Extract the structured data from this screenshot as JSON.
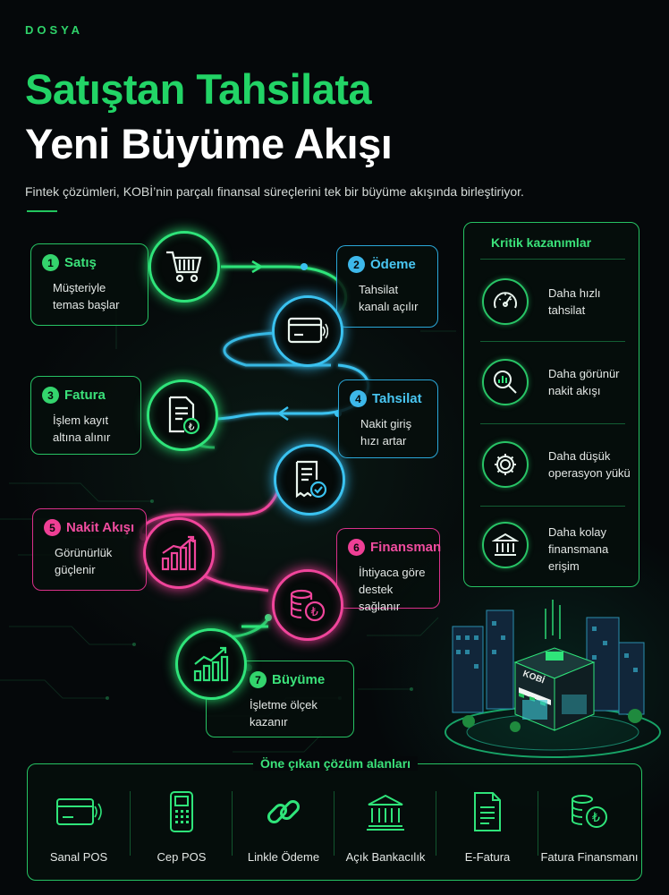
{
  "header": {
    "kicker": "DOSYA",
    "title_line1": "Satıştan Tahsilata",
    "title_line2": "Yeni Büyüme Akışı",
    "subtitle": "Fintek çözümleri, KOBİ’nin parçalı finansal süreçlerini tek bir büyüme akışında birleştiriyor."
  },
  "steps": [
    {
      "number": "1",
      "title": "Satış",
      "desc": "Müşteriyle\ntemas başlar",
      "color": "#34d46d",
      "icon": "shopping-cart-icon"
    },
    {
      "number": "2",
      "title": "Ödeme",
      "desc": "Tahsilat\nkanalı açılır",
      "color": "#3db8ea",
      "icon": "credit-card-icon"
    },
    {
      "number": "3",
      "title": "Fatura",
      "desc": "İşlem kayıt\naltına alınır",
      "color": "#34d46d",
      "icon": "invoice-icon"
    },
    {
      "number": "4",
      "title": "Tahsilat",
      "desc": "Nakit giriş\nhızı artar",
      "color": "#3db8ea",
      "icon": "receipt-check-icon"
    },
    {
      "number": "5",
      "title": "Nakit Akışı",
      "desc": "Görünürlük\ngüçlenir",
      "color": "#ee3f95",
      "icon": "bar-chart-icon"
    },
    {
      "number": "6",
      "title": "Finansman",
      "desc": "İhtiyaca göre\ndestek sağlanır",
      "color": "#ee3f95",
      "icon": "coins-lira-icon"
    },
    {
      "number": "7",
      "title": "Büyüme",
      "desc": "İşletme ölçek\nkazanır",
      "color": "#34d46d",
      "icon": "growth-chart-icon"
    }
  ],
  "gains": {
    "title": "Kritik kazanımlar",
    "items": [
      {
        "text": "Daha hızlı\ntahsilat",
        "icon": "speedometer-icon"
      },
      {
        "text": "Daha görünür\nnakit akışı",
        "icon": "magnifier-chart-icon"
      },
      {
        "text": "Daha düşük\noperasyon yükü",
        "icon": "gear-icon"
      },
      {
        "text": "Daha kolay\nfinansmana\nerişim",
        "icon": "bank-icon"
      }
    ]
  },
  "illustration": {
    "store_sign": "KOBİ"
  },
  "solutions": {
    "title": "Öne çıkan çözüm alanları",
    "items": [
      {
        "label": "Sanal POS",
        "icon": "card-contactless-icon"
      },
      {
        "label": "Cep POS",
        "icon": "pos-terminal-icon"
      },
      {
        "label": "Linkle Ödeme",
        "icon": "link-icon"
      },
      {
        "label": "Açık Bankacılık",
        "icon": "bank-icon"
      },
      {
        "label": "E-Fatura",
        "icon": "document-icon"
      },
      {
        "label": "Fatura Finansmanı",
        "icon": "coins-lira-icon"
      }
    ]
  },
  "colors": {
    "green": "#22d466",
    "blue": "#3db8ea",
    "pink": "#ee3f95",
    "background": "#05080a"
  }
}
